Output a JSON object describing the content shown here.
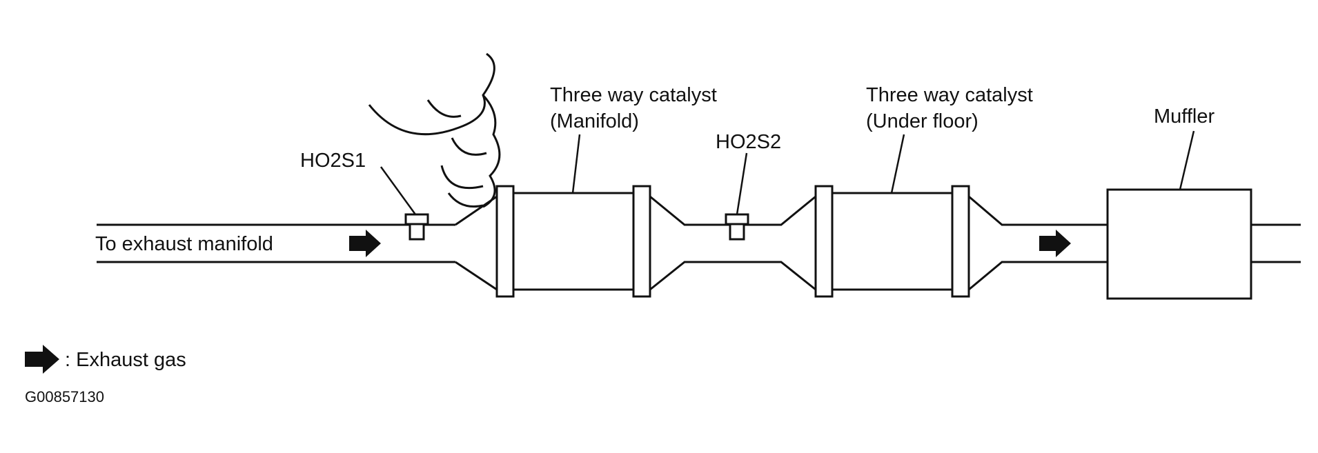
{
  "labels": {
    "to_exhaust_manifold": "To exhaust manifold",
    "ho2s1": "HO2S1",
    "ho2s2": "HO2S2",
    "catalyst_manifold_line1": "Three way catalyst",
    "catalyst_manifold_line2": "(Manifold)",
    "catalyst_underfloor_line1": "Three way catalyst",
    "catalyst_underfloor_line2": "(Under floor)",
    "muffler": "Muffler"
  },
  "legend": {
    "exhaust_gas": ": Exhaust gas"
  },
  "figure_id": "G00857130",
  "colors": {
    "ink": "#111111",
    "background": "#ffffff"
  }
}
